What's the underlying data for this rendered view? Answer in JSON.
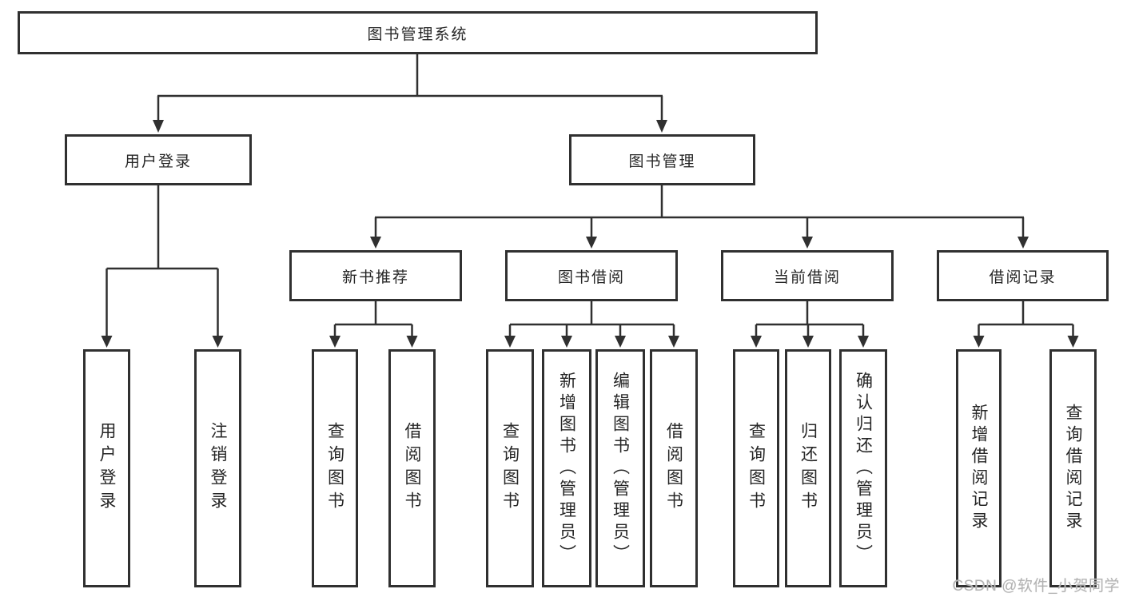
{
  "tree": {
    "label": "图书管理系统",
    "children": [
      {
        "label": "用户登录",
        "children": [
          {
            "label": "用户登录"
          },
          {
            "label": "注销登录"
          }
        ]
      },
      {
        "label": "图书管理",
        "children": [
          {
            "label": "新书推荐",
            "children": [
              {
                "label": "查询图书"
              },
              {
                "label": "借阅图书"
              }
            ]
          },
          {
            "label": "图书借阅",
            "children": [
              {
                "label": "查询图书"
              },
              {
                "label": "新增图书（管理员）"
              },
              {
                "label": "编辑图书（管理员）"
              },
              {
                "label": "借阅图书"
              }
            ]
          },
          {
            "label": "当前借阅",
            "children": [
              {
                "label": "查询图书"
              },
              {
                "label": "归还图书"
              },
              {
                "label": "确认归还（管理员）"
              }
            ]
          },
          {
            "label": "借阅记录",
            "children": [
              {
                "label": "新增借阅记录"
              },
              {
                "label": "查询借阅记录"
              }
            ]
          }
        ]
      }
    ]
  },
  "watermark": {
    "text": "CSDN @软件_小贺同学"
  },
  "colors": {
    "line": "#303030",
    "text": "#262626",
    "watermark": "#b3b3b3",
    "background": "#ffffff"
  }
}
